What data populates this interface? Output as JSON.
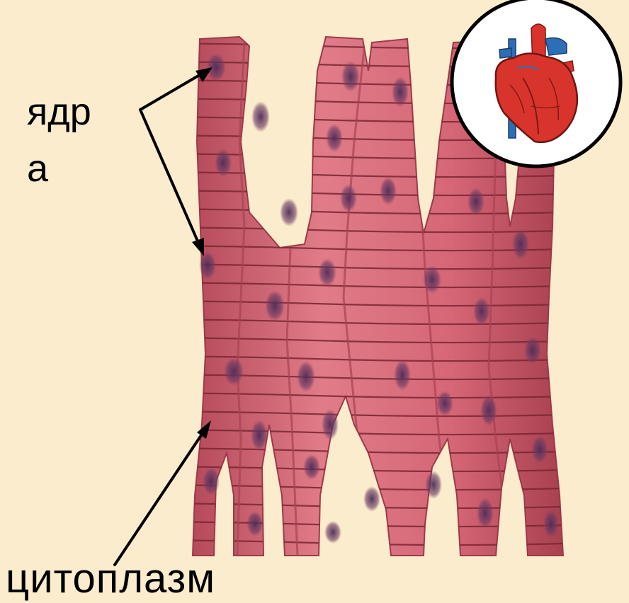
{
  "labels": {
    "nuclei_line1": "ядр",
    "nuclei_line2": "а",
    "cytoplasm": "цитоплазм"
  },
  "colors": {
    "background": "#faeccd",
    "fiber": "#d96a78",
    "fiber_shade": "#b9495a",
    "striation": "#7a2633",
    "nucleus": "#5a3560",
    "heart_red": "#d8342c",
    "heart_blue": "#2d6fb6",
    "circle_border": "#000000"
  },
  "icons": {
    "heart": "heart-icon"
  }
}
